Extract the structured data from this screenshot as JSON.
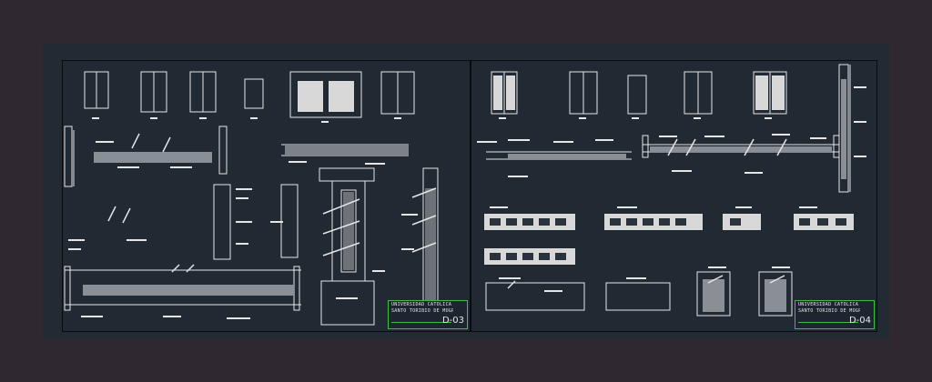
{
  "sheets": [
    {
      "code": "D-03",
      "title_line_1": "UNIVERSIDAD CATÓLICA",
      "title_line_2": "SANTO TORIBIO DE MOGROVEJO"
    },
    {
      "code": "D-04",
      "title_line_1": "UNIVERSIDAD CATÓLICA",
      "title_line_2": "SANTO TORIBIO DE MOGROVEJO"
    }
  ],
  "colors": {
    "app_background": "#2f2830",
    "model_space": "#222a33",
    "sheet": "#212933",
    "linework": "#e8e8e8",
    "title_block_border": "#3fbf3f"
  }
}
